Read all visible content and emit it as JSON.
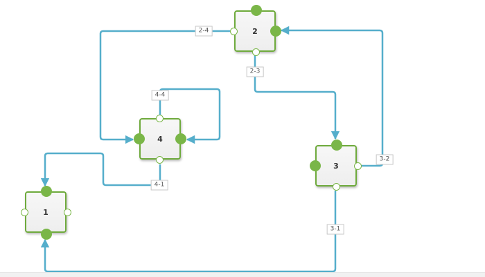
{
  "colors": {
    "edge": "#55aecb",
    "node_border": "#6eaa3c",
    "port": "#7ab648"
  },
  "nodes": [
    {
      "id": "1",
      "label": "1"
    },
    {
      "id": "2",
      "label": "2"
    },
    {
      "id": "3",
      "label": "3"
    },
    {
      "id": "4",
      "label": "4"
    }
  ],
  "edges": [
    {
      "id": "2-4",
      "label": "2-4"
    },
    {
      "id": "2-3",
      "label": "2-3"
    },
    {
      "id": "4-4",
      "label": "4-4"
    },
    {
      "id": "3-2",
      "label": "3-2"
    },
    {
      "id": "4-1",
      "label": "4-1"
    },
    {
      "id": "3-1",
      "label": "3-1"
    }
  ]
}
